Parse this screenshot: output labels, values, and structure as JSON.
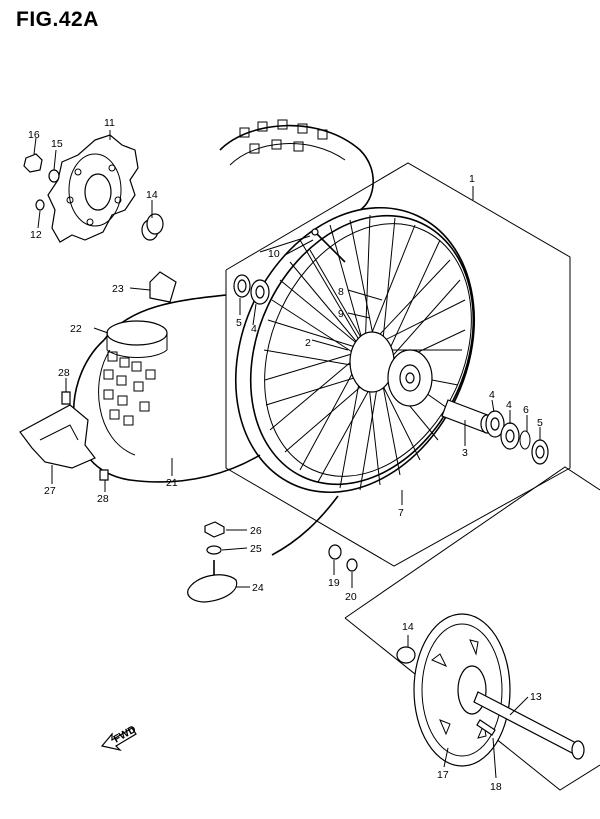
{
  "figure": {
    "title": "FIG.42A",
    "fwd_label": "FWD"
  },
  "callouts": [
    {
      "id": "c1",
      "label": "1"
    },
    {
      "id": "c2",
      "label": "2"
    },
    {
      "id": "c3",
      "label": "3"
    },
    {
      "id": "c4a",
      "label": "4"
    },
    {
      "id": "c4b",
      "label": "4"
    },
    {
      "id": "c4c",
      "label": "4"
    },
    {
      "id": "c5a",
      "label": "5"
    },
    {
      "id": "c5b",
      "label": "5"
    },
    {
      "id": "c6",
      "label": "6"
    },
    {
      "id": "c7",
      "label": "7"
    },
    {
      "id": "c8",
      "label": "8"
    },
    {
      "id": "c9",
      "label": "9"
    },
    {
      "id": "c10",
      "label": "10"
    },
    {
      "id": "c11",
      "label": "11"
    },
    {
      "id": "c12",
      "label": "12"
    },
    {
      "id": "c13",
      "label": "13"
    },
    {
      "id": "c14a",
      "label": "14"
    },
    {
      "id": "c14b",
      "label": "14"
    },
    {
      "id": "c15",
      "label": "15"
    },
    {
      "id": "c16",
      "label": "16"
    },
    {
      "id": "c17",
      "label": "17"
    },
    {
      "id": "c18",
      "label": "18"
    },
    {
      "id": "c19",
      "label": "19"
    },
    {
      "id": "c20",
      "label": "20"
    },
    {
      "id": "c21",
      "label": "21"
    },
    {
      "id": "c22",
      "label": "22"
    },
    {
      "id": "c23",
      "label": "23"
    },
    {
      "id": "c24",
      "label": "24"
    },
    {
      "id": "c25",
      "label": "25"
    },
    {
      "id": "c26",
      "label": "26"
    },
    {
      "id": "c27",
      "label": "27"
    },
    {
      "id": "c28a",
      "label": "28"
    },
    {
      "id": "c28b",
      "label": "28"
    }
  ]
}
